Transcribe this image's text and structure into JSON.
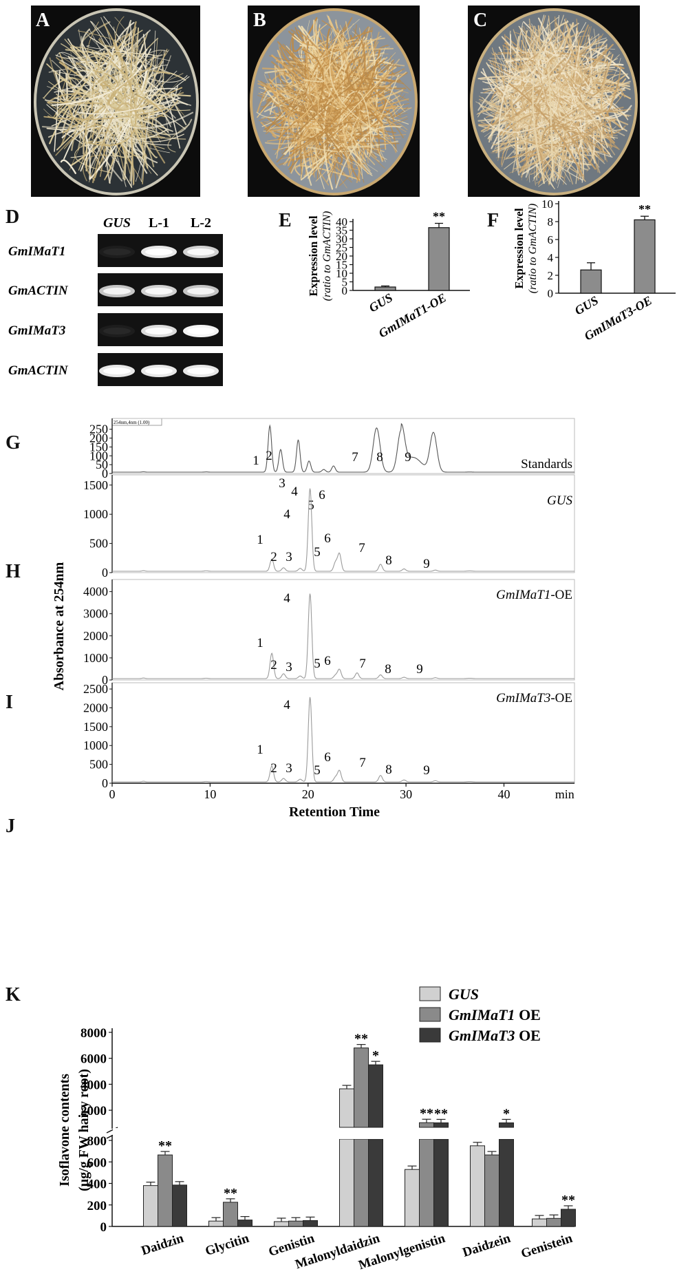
{
  "panels": {
    "A": "A",
    "B": "B",
    "C": "C",
    "D": "D",
    "E": "E",
    "F": "F",
    "G": "G",
    "H": "H",
    "I": "I",
    "J": "J",
    "K": "K"
  },
  "gel": {
    "columns": [
      "GUS",
      "L-1",
      "L-2"
    ],
    "rows": [
      {
        "label": "GmIMaT1",
        "bands": [
          0.05,
          0.95,
          0.85
        ]
      },
      {
        "label": "GmACTIN",
        "bands": [
          0.8,
          0.85,
          0.8
        ]
      },
      {
        "label": "GmIMaT3",
        "bands": [
          0.05,
          0.9,
          1.0
        ]
      },
      {
        "label": "GmACTIN",
        "bands": [
          0.95,
          0.95,
          0.95
        ]
      }
    ]
  },
  "panel_e": {
    "ylabel_line1": "Expression level",
    "ylabel_line2": "(ratio to GmACTIN)",
    "yticks": [
      "0",
      "5",
      "10",
      "15",
      "20",
      "25",
      "30",
      "35",
      "40"
    ],
    "categories": [
      "GUS",
      "GmIMaT1-OE"
    ],
    "values": [
      2.0,
      36.5
    ],
    "errors": [
      0.6,
      2.5
    ],
    "significance": "**"
  },
  "panel_f": {
    "ylabel_line1": "Expression level",
    "ylabel_line2": "(ratio to GmACTIN)",
    "yticks": [
      "0",
      "2",
      "4",
      "6",
      "8",
      "10"
    ],
    "categories": [
      "GUS",
      "GmIMaT3-OE"
    ],
    "values": [
      2.6,
      8.2
    ],
    "errors": [
      0.8,
      0.4
    ],
    "significance": "**"
  },
  "chromatograms": {
    "ylabel": "Absorbance at 254nm",
    "xlabel": "Retention Time",
    "xunit": "min",
    "xticks": [
      "0",
      "10",
      "20",
      "30",
      "40"
    ],
    "small_header": "254nm,4nm (1.00)",
    "traces": [
      {
        "name": "Standards",
        "yticks": [
          "0",
          "50",
          "100",
          "150",
          "200",
          "250"
        ],
        "peaks": [
          "1",
          "2",
          "3",
          "4",
          "5",
          "6",
          "7",
          "8",
          "9"
        ]
      },
      {
        "name": "GUS",
        "yticks": [
          "0",
          "500",
          "1000",
          "1500"
        ],
        "peaks": [
          "1",
          "2",
          "3",
          "4",
          "5",
          "6",
          "7",
          "8",
          "9"
        ]
      },
      {
        "name": "GmIMaT1-OE",
        "name_italic": "GmIMaT1",
        "name_suffix": "-OE",
        "yticks": [
          "0",
          "1000",
          "2000",
          "3000",
          "4000"
        ],
        "peaks": [
          "1",
          "2",
          "3",
          "4",
          "5",
          "6",
          "7",
          "8",
          "9"
        ]
      },
      {
        "name": "GmIMaT3-OE",
        "name_italic": "GmIMaT3",
        "name_suffix": "-OE",
        "yticks": [
          "0",
          "500",
          "1000",
          "1500",
          "2000",
          "2500"
        ],
        "peaks": [
          "1",
          "2",
          "3",
          "4",
          "5",
          "6",
          "7",
          "8",
          "9"
        ]
      }
    ]
  },
  "chart_data": {
    "type": "bar",
    "ylabel_line1": "Isoflavone contents",
    "ylabel_line2": "(μg/g FW hairy root)",
    "yticks_upper": [
      "2000",
      "4000",
      "6000",
      "8000"
    ],
    "yticks_lower": [
      "0",
      "200",
      "400",
      "600",
      "800"
    ],
    "categories": [
      "Daidzin",
      "Glycitin",
      "Genistin",
      "Malonyldaidzin",
      "Malonylgenistin",
      "Daidzein",
      "Genistein"
    ],
    "series": [
      {
        "name": "GUS",
        "values": [
          380,
          50,
          45,
          3650,
          530,
          750,
          70
        ],
        "color": "#d0d0d0"
      },
      {
        "name": "GmIMaT1 OE",
        "values": [
          665,
          225,
          50,
          6800,
          1040,
          665,
          75
        ],
        "color": "#8a8a8a"
      },
      {
        "name": "GmIMaT3 OE",
        "values": [
          385,
          60,
          55,
          5500,
          1030,
          1030,
          160
        ],
        "color": "#3a3a3a"
      }
    ],
    "significance": [
      [
        "",
        "**",
        ""
      ],
      [
        "",
        "**",
        ""
      ],
      [
        "",
        "",
        ""
      ],
      [
        "",
        "**",
        "*"
      ],
      [
        "",
        "**",
        "**"
      ],
      [
        "",
        "",
        "*"
      ],
      [
        "",
        "",
        "**"
      ]
    ],
    "legend": [
      {
        "italic": "GUS",
        "suffix": ""
      },
      {
        "italic": "GmIMaT1",
        "suffix": " OE"
      },
      {
        "italic": "GmIMaT3",
        "suffix": " OE"
      }
    ]
  }
}
